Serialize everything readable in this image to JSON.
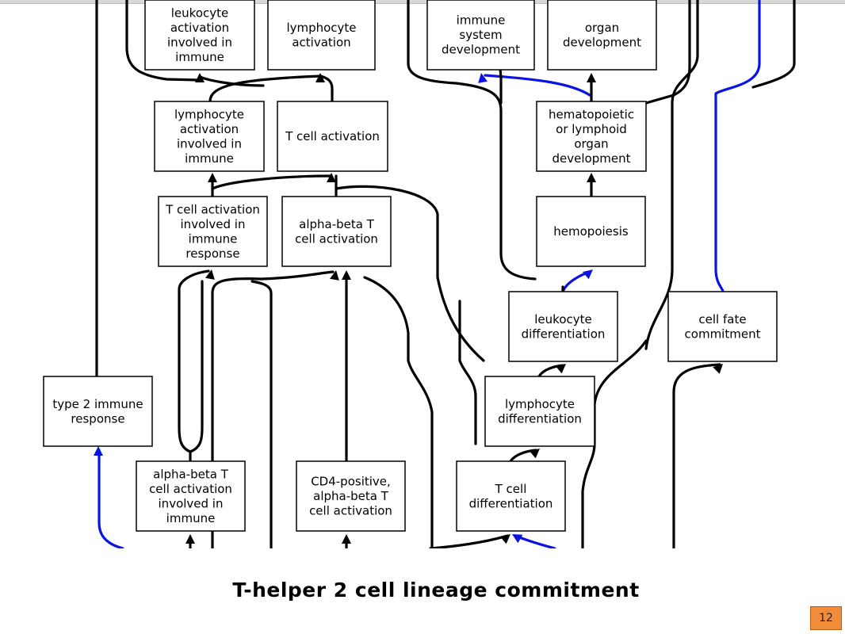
{
  "title": "T-helper 2 cell lineage commitment",
  "page_number": "12",
  "colors": {
    "edge_default": "#000000",
    "edge_highlight": "#0a14e0",
    "page_badge": "#f08c3a"
  },
  "nodes": [
    {
      "id": "leukocyte-activation-involved-in-immune",
      "lines": [
        "leukocyte",
        "activation",
        "involved in",
        "immune"
      ]
    },
    {
      "id": "lymphocyte-activation",
      "lines": [
        "lymphocyte",
        "activation"
      ]
    },
    {
      "id": "immune-system-development",
      "lines": [
        "immune",
        "system",
        "development"
      ]
    },
    {
      "id": "organ-development",
      "lines": [
        "organ",
        "development"
      ]
    },
    {
      "id": "lymphocyte-activation-involved-in-immune",
      "lines": [
        "lymphocyte",
        "activation",
        "involved in",
        "immune"
      ]
    },
    {
      "id": "t-cell-activation",
      "lines": [
        "T cell activation"
      ]
    },
    {
      "id": "hematopoietic-or-lymphoid-organ-development",
      "lines": [
        "hematopoietic",
        "or lymphoid",
        "organ",
        "development"
      ]
    },
    {
      "id": "t-cell-activation-involved-in-immune-response",
      "lines": [
        "T cell activation",
        "involved in",
        "immune",
        "response"
      ]
    },
    {
      "id": "alpha-beta-t-cell-activation",
      "lines": [
        "alpha-beta T",
        "cell activation"
      ]
    },
    {
      "id": "hemopoiesis",
      "lines": [
        "hemopoiesis"
      ]
    },
    {
      "id": "leukocyte-differentiation",
      "lines": [
        "leukocyte",
        "differentiation"
      ]
    },
    {
      "id": "cell-fate-commitment",
      "lines": [
        "cell fate",
        "commitment"
      ]
    },
    {
      "id": "type-2-immune-response",
      "lines": [
        "type 2 immune",
        "response"
      ]
    },
    {
      "id": "lymphocyte-differentiation",
      "lines": [
        "lymphocyte",
        "differentiation"
      ]
    },
    {
      "id": "alpha-beta-t-cell-activation-involved-in-immune",
      "lines": [
        "alpha-beta T",
        "cell activation",
        "involved in",
        "immune"
      ]
    },
    {
      "id": "cd4-positive-alpha-beta-t-cell-activation",
      "lines": [
        "CD4-positive,",
        "alpha-beta T",
        "cell activation"
      ]
    },
    {
      "id": "t-cell-differentiation",
      "lines": [
        "T cell",
        "differentiation"
      ]
    }
  ]
}
